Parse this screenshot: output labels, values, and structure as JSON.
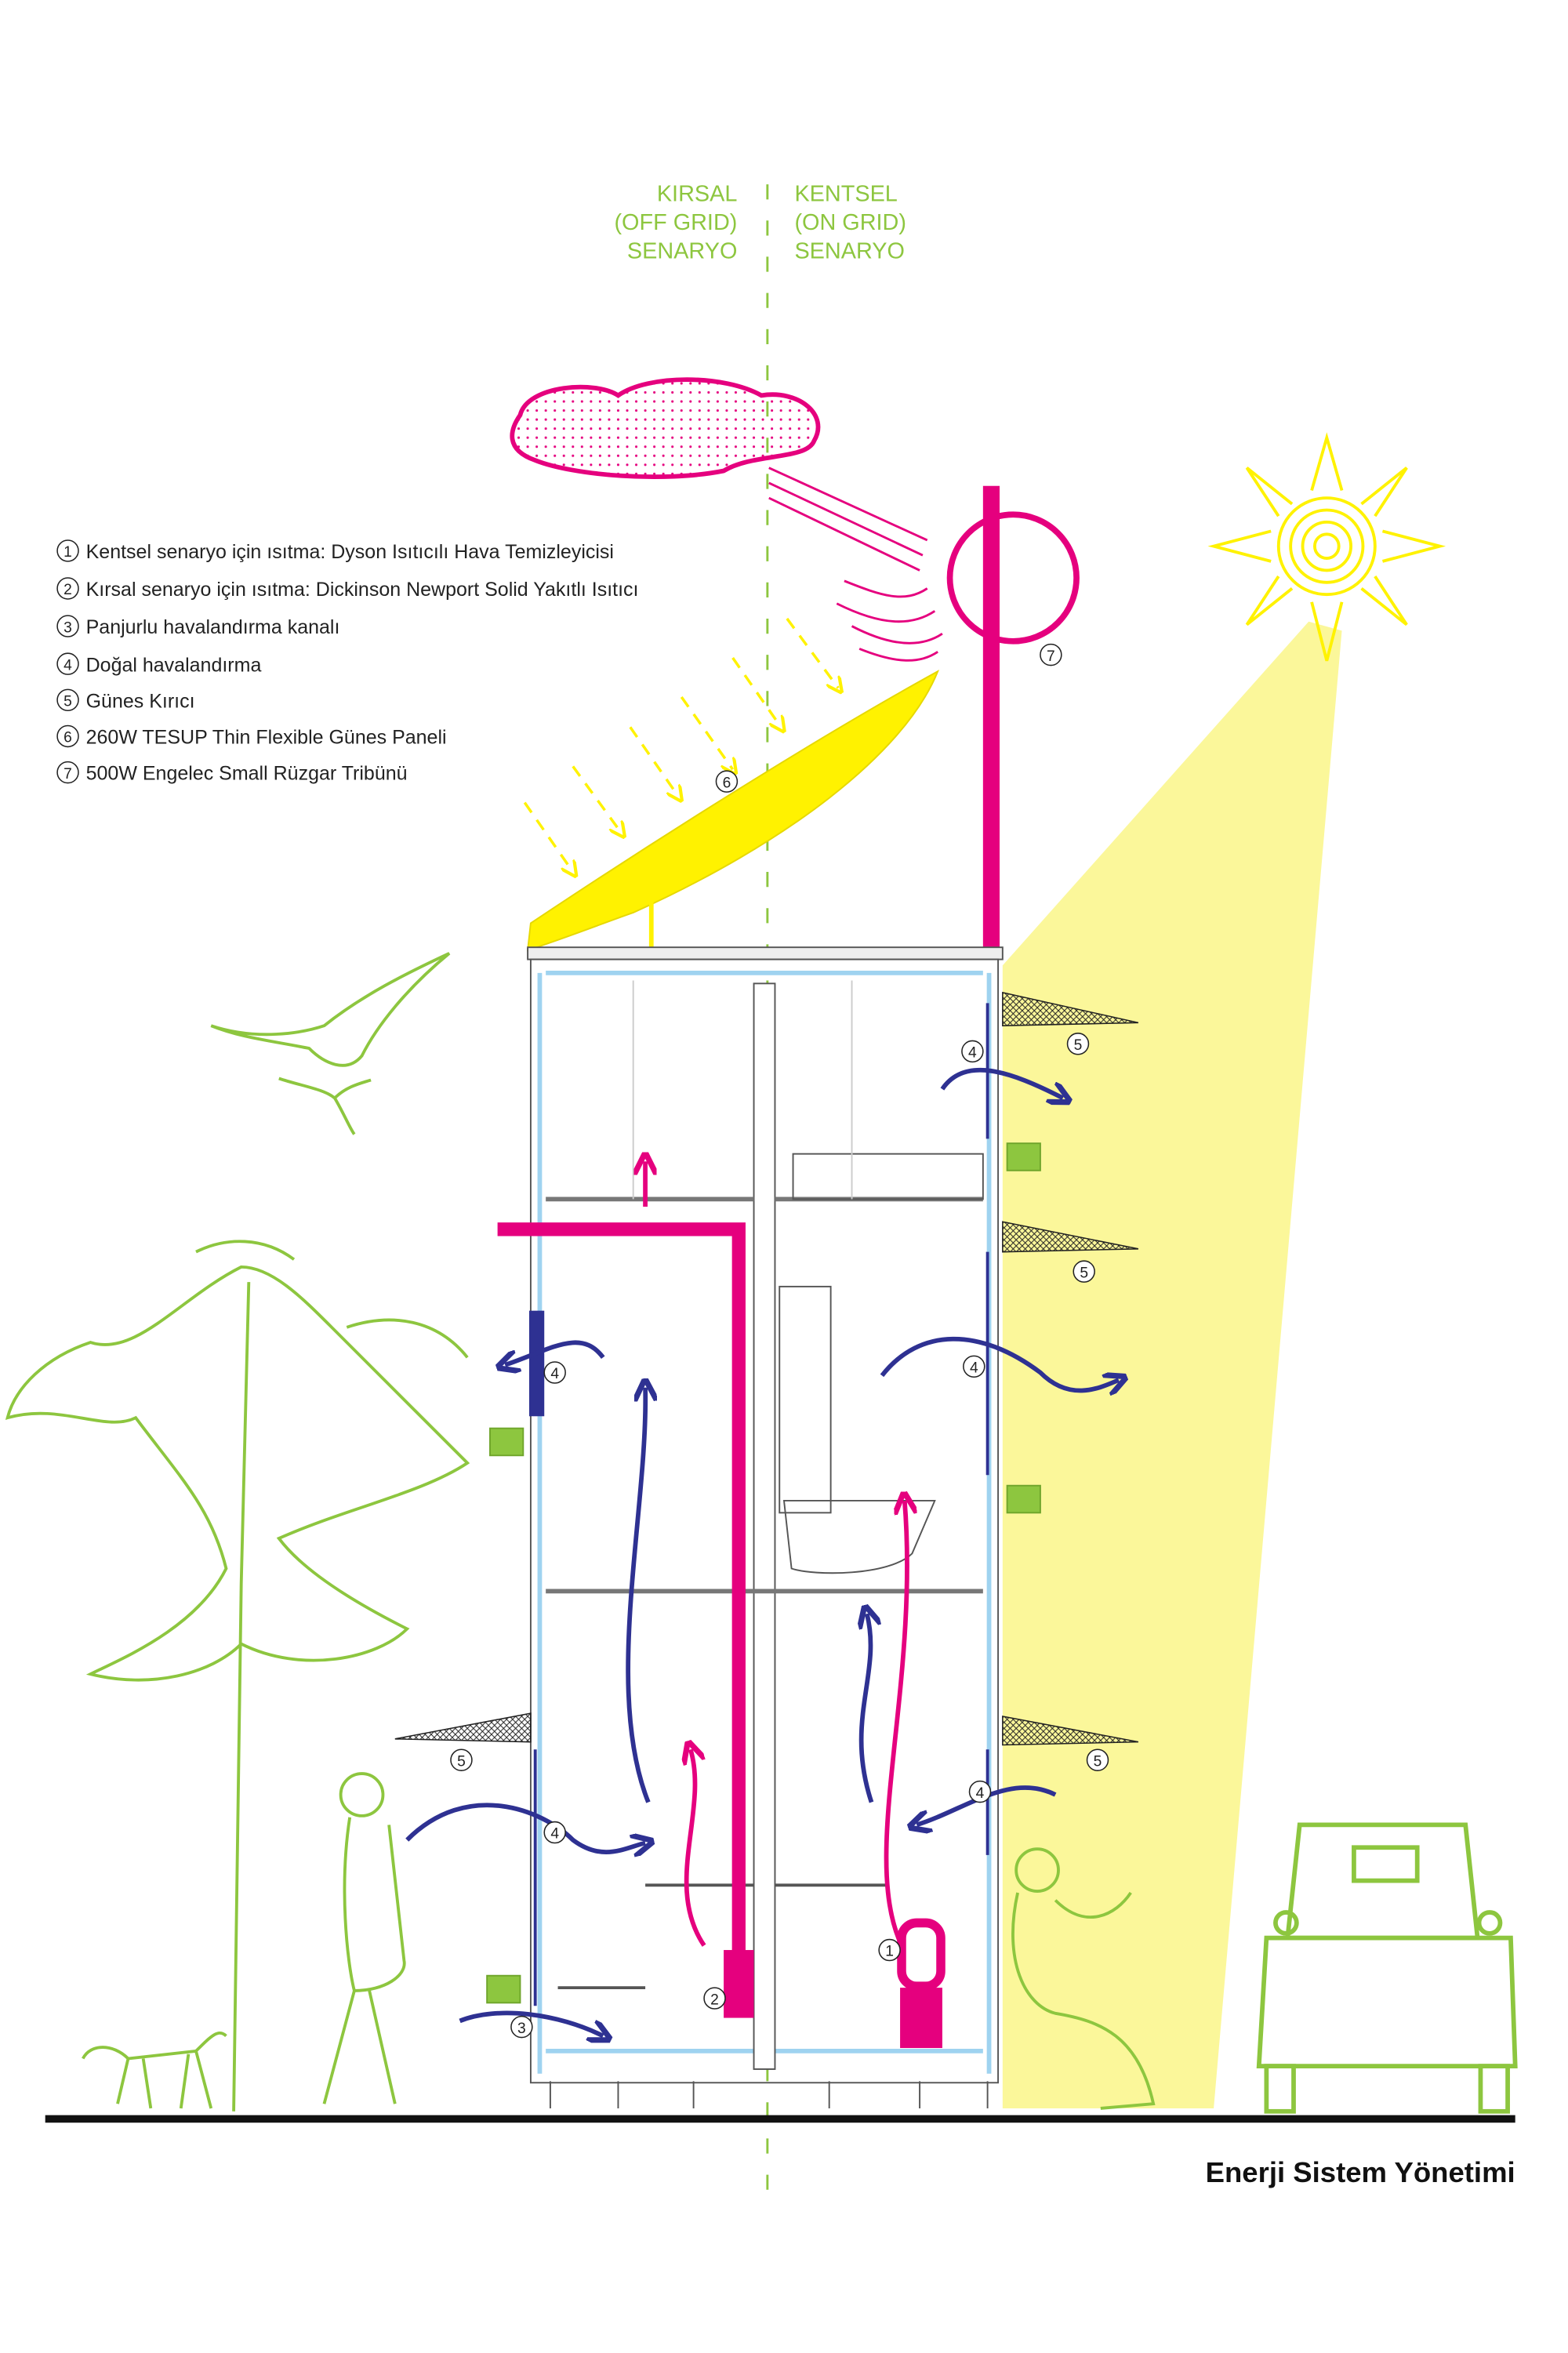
{
  "scenarios": {
    "left": [
      "KIRSAL",
      "(OFF GRID)",
      "SENARYO"
    ],
    "right": [
      "KENTSEL",
      "(ON GRID)",
      "SENARYO"
    ]
  },
  "legend": [
    {
      "num": "1",
      "label": "Kentsel senaryo için ısıtma: Dyson Isıtıcılı Hava Temizleyicisi"
    },
    {
      "num": "2",
      "label": "Kırsal senaryo için ısıtma: Dickinson Newport Solid Yakıtlı Isıtıcı"
    },
    {
      "num": "3",
      "label": "Panjurlu havalandırma kanalı"
    },
    {
      "num": "4",
      "label": "Doğal havalandırma"
    },
    {
      "num": "5",
      "label": "Günes Kırıcı"
    },
    {
      "num": "6",
      "label": "260W TESUP Thin Flexible Günes Paneli"
    },
    {
      "num": "7",
      "label": "500W Engelec Small Rüzgar Tribünü"
    }
  ],
  "markers": {
    "m1": "1",
    "m2": "2",
    "m3": "3",
    "m4": "4",
    "m5": "5",
    "m6": "6",
    "m7": "7"
  },
  "title": "Enerji Sistem Yönetimi",
  "colors": {
    "green": "#8dc63f",
    "pink": "#e5007e",
    "blue": "#2e3192",
    "yellow": "#fff200",
    "beam": "#fbf79a",
    "glass": "#9fd3f0"
  }
}
